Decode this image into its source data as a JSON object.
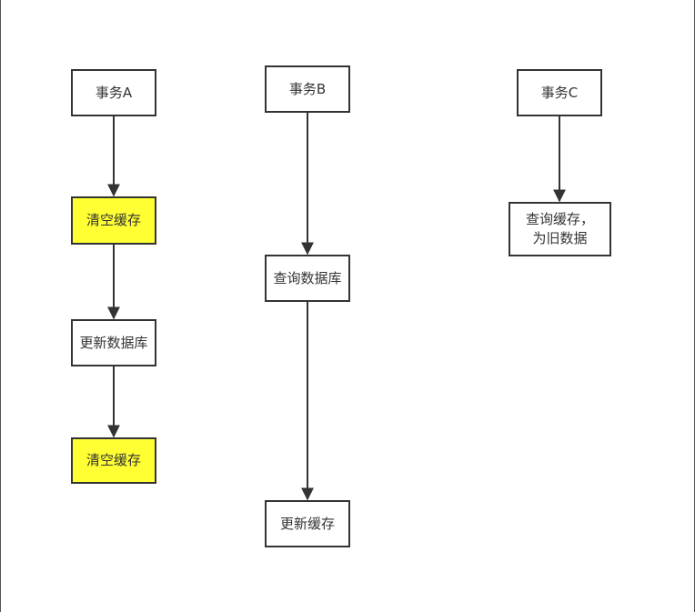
{
  "colors": {
    "node_border": "#333333",
    "highlight_fill": "#ffff33",
    "edge": "#333333",
    "text": "#333333"
  },
  "nodes": {
    "txA": "事务A",
    "txB": "事务B",
    "txC": "事务C",
    "a_clear1": "清空缓存",
    "a_update_db": "更新数据库",
    "a_clear2": "清空缓存",
    "b_query_db": "查询数据库",
    "b_update_cache": "更新缓存",
    "c_query_cache": "查询缓存，\n为旧数据"
  }
}
